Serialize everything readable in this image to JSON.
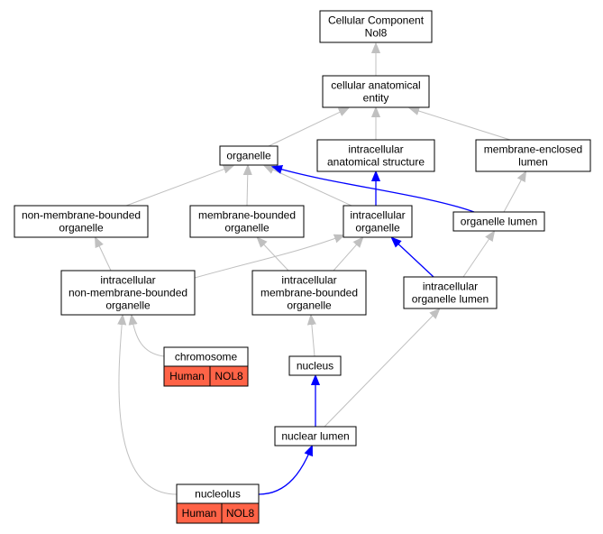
{
  "nodes": {
    "root": {
      "lines": [
        "Cellular Component",
        "Nol8"
      ]
    },
    "cae": {
      "lines": [
        "cellular anatomical",
        "entity"
      ]
    },
    "org": {
      "lines": [
        "organelle"
      ]
    },
    "ias": {
      "lines": [
        "intracellular",
        "anatomical structure"
      ]
    },
    "mel": {
      "lines": [
        "membrane-enclosed",
        "lumen"
      ]
    },
    "nmbo": {
      "lines": [
        "non-membrane-bounded",
        "organelle"
      ]
    },
    "mbo": {
      "lines": [
        "membrane-bounded",
        "organelle"
      ]
    },
    "io": {
      "lines": [
        "intracellular",
        "organelle"
      ]
    },
    "ol": {
      "lines": [
        "organelle lumen"
      ]
    },
    "inmbo": {
      "lines": [
        "intracellular",
        "non-membrane-bounded",
        "organelle"
      ]
    },
    "imbo": {
      "lines": [
        "intracellular",
        "membrane-bounded",
        "organelle"
      ]
    },
    "iol": {
      "lines": [
        "intracellular",
        "organelle lumen"
      ]
    },
    "chrom": {
      "lines": [
        "chromosome"
      ],
      "annotation": [
        "Human",
        "NOL8"
      ]
    },
    "nucleus": {
      "lines": [
        "nucleus"
      ]
    },
    "nl": {
      "lines": [
        "nuclear lumen"
      ]
    },
    "nucleolus": {
      "lines": [
        "nucleolus"
      ],
      "annotation": [
        "Human",
        "NOL8"
      ]
    }
  },
  "edges": [
    {
      "from": "cae",
      "to": "root",
      "color": "gray"
    },
    {
      "from": "org",
      "to": "cae",
      "color": "gray"
    },
    {
      "from": "ias",
      "to": "cae",
      "color": "gray"
    },
    {
      "from": "mel",
      "to": "cae",
      "color": "gray"
    },
    {
      "from": "nmbo",
      "to": "org",
      "color": "gray"
    },
    {
      "from": "mbo",
      "to": "org",
      "color": "gray"
    },
    {
      "from": "io",
      "to": "org",
      "color": "gray"
    },
    {
      "from": "io",
      "to": "ias",
      "color": "blue"
    },
    {
      "from": "ol",
      "to": "org",
      "color": "blue"
    },
    {
      "from": "ol",
      "to": "mel",
      "color": "gray"
    },
    {
      "from": "inmbo",
      "to": "nmbo",
      "color": "gray"
    },
    {
      "from": "inmbo",
      "to": "io",
      "color": "gray"
    },
    {
      "from": "imbo",
      "to": "mbo",
      "color": "gray"
    },
    {
      "from": "imbo",
      "to": "io",
      "color": "gray"
    },
    {
      "from": "iol",
      "to": "io",
      "color": "blue"
    },
    {
      "from": "iol",
      "to": "ol",
      "color": "gray"
    },
    {
      "from": "chrom",
      "to": "inmbo",
      "color": "gray"
    },
    {
      "from": "nucleus",
      "to": "imbo",
      "color": "gray"
    },
    {
      "from": "nl",
      "to": "nucleus",
      "color": "blue"
    },
    {
      "from": "nl",
      "to": "iol",
      "color": "gray"
    },
    {
      "from": "nucleolus",
      "to": "inmbo",
      "color": "gray"
    },
    {
      "from": "nucleolus",
      "to": "nl",
      "color": "blue"
    }
  ],
  "colors": {
    "edge_gray": "#c0c0c0",
    "edge_blue": "#0000ff",
    "annotation_fill": "#ff6347"
  }
}
